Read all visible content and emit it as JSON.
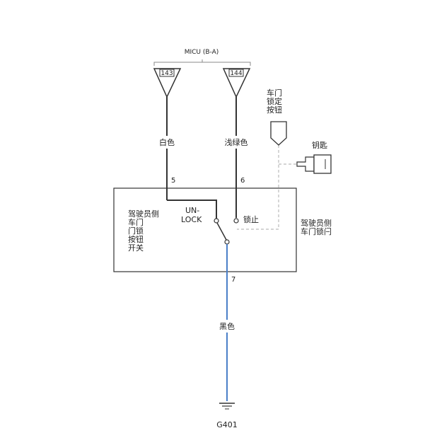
{
  "connector": {
    "name": "MICU (B-A)",
    "pins": [
      "143",
      "144"
    ]
  },
  "wires": {
    "left_color": "白色",
    "right_color": "浅绿色",
    "ground_color": "黑色"
  },
  "switch": {
    "pins": [
      "5",
      "6",
      "7"
    ],
    "unlock_label_line1": "UN-",
    "unlock_label_line2": "LOCK",
    "lock_label": "锁止",
    "name_lines": [
      "驾驶员侧",
      "车门",
      "门锁",
      "按钮",
      "开关"
    ],
    "assembly_lines": [
      "驾驶员侧",
      "车门锁闩"
    ]
  },
  "mechanical": {
    "lock_button_lines": [
      "车门",
      "锁定",
      "按钮"
    ],
    "key_label": "钥匙"
  },
  "ground": {
    "label": "G401"
  },
  "colors": {
    "wire_black": "#333333",
    "wire_blue": "#4a7fc8",
    "mechanical_dashed": "#bbbbbb",
    "box_outline": "#333333"
  }
}
